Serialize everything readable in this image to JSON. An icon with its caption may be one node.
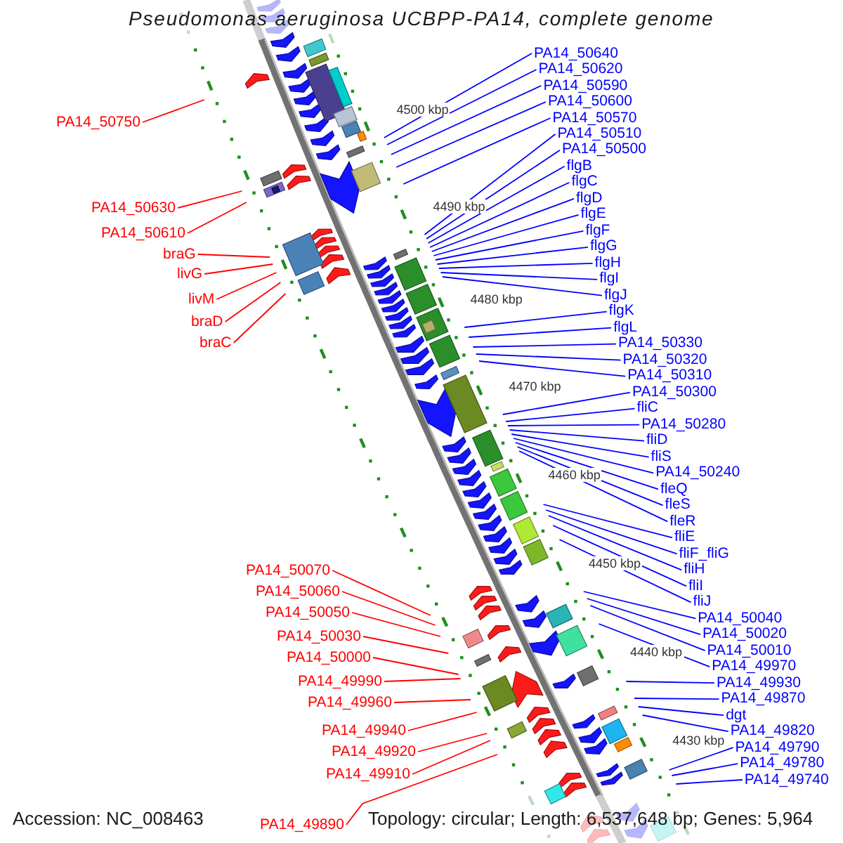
{
  "diagram": {
    "title": "Pseudomonas aeruginosa UCBPP-PA14, complete genome",
    "nodes": [
      {
        "text": [
          "PA14_50640"
        ]
      },
      {
        "text": [
          "PA14_50620"
        ]
      },
      {
        "text": [
          "PA14_50590"
        ]
      },
      {
        "text": [
          "PA14_50750"
        ]
      },
      {
        "text": [
          "PA14_50600"
        ]
      },
      {
        "text": [
          "flgB"
        ]
      },
      {
        "text": [
          "PA14_50570"
        ]
      },
      {
        "text": [
          "flgC"
        ]
      },
      {
        "text": [
          "PA14_50510"
        ]
      },
      {
        "text": [
          "flgD"
        ]
      },
      {
        "text": [
          "flgG"
        ]
      },
      {
        "text": [
          "PA14_50630"
        ]
      },
      {
        "text": [
          "PA14_50500"
        ]
      },
      {
        "text": [
          "flgE"
        ]
      },
      {
        "text": [
          "flgH"
        ]
      },
      {
        "text": [
          "PA14_50610"
        ]
      },
      {
        "text": [
          "flgF"
        ]
      },
      {
        "text": [
          "flgI"
        ]
      },
      {
        "text": [
          "braG"
        ]
      },
      {
        "text": [
          "flgJ"
        ]
      },
      {
        "text": [
          "PA14_50330"
        ]
      },
      {
        "text": [
          "livG"
        ]
      },
      {
        "text": [
          "flgK"
        ]
      },
      {
        "text": [
          "PA14_50320"
        ]
      },
      {
        "text": [
          "livM"
        ]
      },
      {
        "text": [
          "PA14_50310"
        ]
      },
      {
        "text": [
          "flgL"
        ]
      },
      {
        "text": [
          "braD"
        ]
      },
      {
        "text": [
          "braC"
        ]
      },
      {
        "text": [
          "PA14_50240"
        ]
      },
      {
        "text": [
          "PA14_50300"
        ]
      },
      {
        "text": [
          "fliD"
        ]
      },
      {
        "text": [
          "fleQ"
        ]
      },
      {
        "text": [
          "fliC"
        ]
      },
      {
        "text": [
          "fliS"
        ]
      },
      {
        "text": [
          "PA14_50280"
        ]
      },
      {
        "text": [
          "fleS"
        ]
      },
      {
        "text": [
          "fleR"
        ]
      },
      {
        "text": [
          "fliE"
        ]
      },
      {
        "text": [
          "fliF_fliG"
        ]
      },
      {
        "text": [
          "fliH"
        ]
      },
      {
        "text": [
          "fliI"
        ]
      },
      {
        "text": [
          "fliJ"
        ]
      },
      {
        "text": [
          "PA14_50040"
        ]
      },
      {
        "text": [
          "PA14_50070"
        ]
      },
      {
        "text": [
          "PA14_50020"
        ]
      },
      {
        "text": [
          "PA14_50060"
        ]
      },
      {
        "text": [
          "PA14_50010"
        ]
      },
      {
        "text": [
          "PA14_50050"
        ]
      },
      {
        "text": [
          "PA14_49970"
        ]
      },
      {
        "text": [
          "PA14_50030"
        ]
      },
      {
        "text": [
          "PA14_49930"
        ]
      },
      {
        "text": [
          "PA14_50000"
        ]
      },
      {
        "text": [
          "PA14_49870"
        ]
      },
      {
        "text": [
          "PA14_49990"
        ]
      },
      {
        "text": [
          "dgt"
        ]
      },
      {
        "text": [
          "PA14_49960"
        ]
      },
      {
        "text": [
          "PA14_49820"
        ]
      },
      {
        "text": [
          "PA14_49940"
        ]
      },
      {
        "text": [
          "PA14_49790"
        ]
      },
      {
        "text": [
          "PA14_49920"
        ]
      },
      {
        "text": [
          "PA14_49780"
        ]
      },
      {
        "text": [
          "PA14_49910"
        ]
      },
      {
        "text": [
          "PA14_49740"
        ]
      },
      {
        "text": [
          "PA14_49890"
        ]
      }
    ],
    "edges": [
      {
        "from": 0,
        "to": null,
        "arrow": "none"
      },
      {
        "from": 1,
        "to": null,
        "arrow": "none"
      },
      {
        "from": 2,
        "to": null,
        "arrow": "none"
      },
      {
        "from": 3,
        "to": null,
        "arrow": "none",
        "color": "#ff0000"
      },
      {
        "from": 4,
        "to": null,
        "arrow": "none"
      },
      {
        "from": 5,
        "to": null,
        "arrow": "none"
      },
      {
        "from": 6,
        "to": null,
        "arrow": "none"
      },
      {
        "from": 7,
        "to": null,
        "arrow": "none"
      },
      {
        "from": 8,
        "to": null,
        "arrow": "none"
      },
      {
        "from": 9,
        "to": null,
        "arrow": "none"
      },
      {
        "from": 10,
        "to": null,
        "arrow": "none"
      },
      {
        "from": 11,
        "to": null,
        "arrow": "none",
        "color": "#ff0000"
      },
      {
        "from": 12,
        "to": null,
        "arrow": "none"
      },
      {
        "from": 13,
        "to": null,
        "arrow": "none"
      },
      {
        "from": 14,
        "to": null,
        "arrow": "none"
      },
      {
        "from": 15,
        "to": null,
        "arrow": "none",
        "color": "#ff0000"
      },
      {
        "from": 16,
        "to": null,
        "arrow": "none"
      },
      {
        "from": 17,
        "to": null,
        "arrow": "none"
      },
      {
        "from": 18,
        "to": null,
        "arrow": "none",
        "color": "#ff0000"
      },
      {
        "from": 19,
        "to": null,
        "arrow": "none"
      },
      {
        "from": 20,
        "to": null,
        "arrow": "none"
      },
      {
        "from": 21,
        "to": null,
        "arrow": "none",
        "color": "#ff0000"
      },
      {
        "from": 22,
        "to": null,
        "arrow": "none"
      },
      {
        "from": 23,
        "to": null,
        "arrow": "none"
      },
      {
        "from": 24,
        "to": null,
        "arrow": "none",
        "color": "#ff0000"
      },
      {
        "from": 25,
        "to": null,
        "arrow": "none"
      },
      {
        "from": 26,
        "to": null,
        "arrow": "none"
      },
      {
        "from": 27,
        "to": null,
        "arrow": "none",
        "color": "#ff0000"
      },
      {
        "from": 28,
        "to": null,
        "arrow": "none",
        "color": "#ff0000"
      },
      {
        "from": 29,
        "to": null,
        "arrow": "none"
      },
      {
        "from": 30,
        "to": null,
        "arrow": "none"
      },
      {
        "from": 31,
        "to": null,
        "arrow": "none"
      },
      {
        "from": 32,
        "to": null,
        "arrow": "none"
      },
      {
        "from": 33,
        "to": null,
        "arrow": "none"
      },
      {
        "from": 34,
        "to": null,
        "arrow": "none"
      },
      {
        "from": 35,
        "to": null,
        "arrow": "none"
      },
      {
        "from": 36,
        "to": null,
        "arrow": "none"
      },
      {
        "from": 37,
        "to": null,
        "arrow": "none"
      },
      {
        "from": 38,
        "to": null,
        "arrow": "none"
      },
      {
        "from": 39,
        "to": null,
        "arrow": "none"
      },
      {
        "from": 40,
        "to": null,
        "arrow": "none"
      },
      {
        "from": 41,
        "to": null,
        "arrow": "none"
      },
      {
        "from": 42,
        "to": null,
        "arrow": "none"
      },
      {
        "from": 43,
        "to": null,
        "arrow": "none"
      },
      {
        "from": 44,
        "to": null,
        "arrow": "none",
        "color": "#ff0000"
      },
      {
        "from": 45,
        "to": null,
        "arrow": "none"
      },
      {
        "from": 46,
        "to": null,
        "arrow": "none",
        "color": "#ff0000"
      },
      {
        "from": 47,
        "to": null,
        "arrow": "none"
      },
      {
        "from": 48,
        "to": null,
        "arrow": "none",
        "color": "#ff0000"
      },
      {
        "from": 49,
        "to": null,
        "arrow": "none"
      },
      {
        "from": 50,
        "to": null,
        "arrow": "none",
        "color": "#ff0000"
      },
      {
        "from": 51,
        "to": null,
        "arrow": "none"
      },
      {
        "from": 52,
        "to": null,
        "arrow": "none",
        "color": "#ff0000"
      },
      {
        "from": 53,
        "to": null,
        "arrow": "none"
      },
      {
        "from": 54,
        "to": null,
        "arrow": "none",
        "color": "#ff0000"
      },
      {
        "from": 55,
        "to": null,
        "arrow": "none"
      },
      {
        "from": 56,
        "to": null,
        "arrow": "none",
        "color": "#ff0000"
      },
      {
        "from": 57,
        "to": null,
        "arrow": "none"
      },
      {
        "from": 58,
        "to": null,
        "arrow": "none",
        "color": "#ff0000"
      },
      {
        "from": 59,
        "to": null,
        "arrow": "none"
      },
      {
        "from": 60,
        "to": null,
        "arrow": "none",
        "color": "#ff0000"
      },
      {
        "from": 61,
        "to": null,
        "arrow": "none"
      },
      {
        "from": 62,
        "to": null,
        "arrow": "none",
        "color": "#ff0000"
      },
      {
        "from": 63,
        "to": null,
        "arrow": "none"
      },
      {
        "from": 64,
        "to": null,
        "arrow": "none",
        "color": "#ff0000"
      }
    ],
    "labels": [
      "4500 kbp",
      "4490 kbp",
      "4480 kbp",
      "4470 kbp",
      "4460 kbp",
      "4450 kbp",
      "4440 kbp",
      "4430 kbp",
      "Accession: NC_008463",
      "Topology: circular; Length: 6,537,648 bp; Genes: 5,964"
    ]
  }
}
